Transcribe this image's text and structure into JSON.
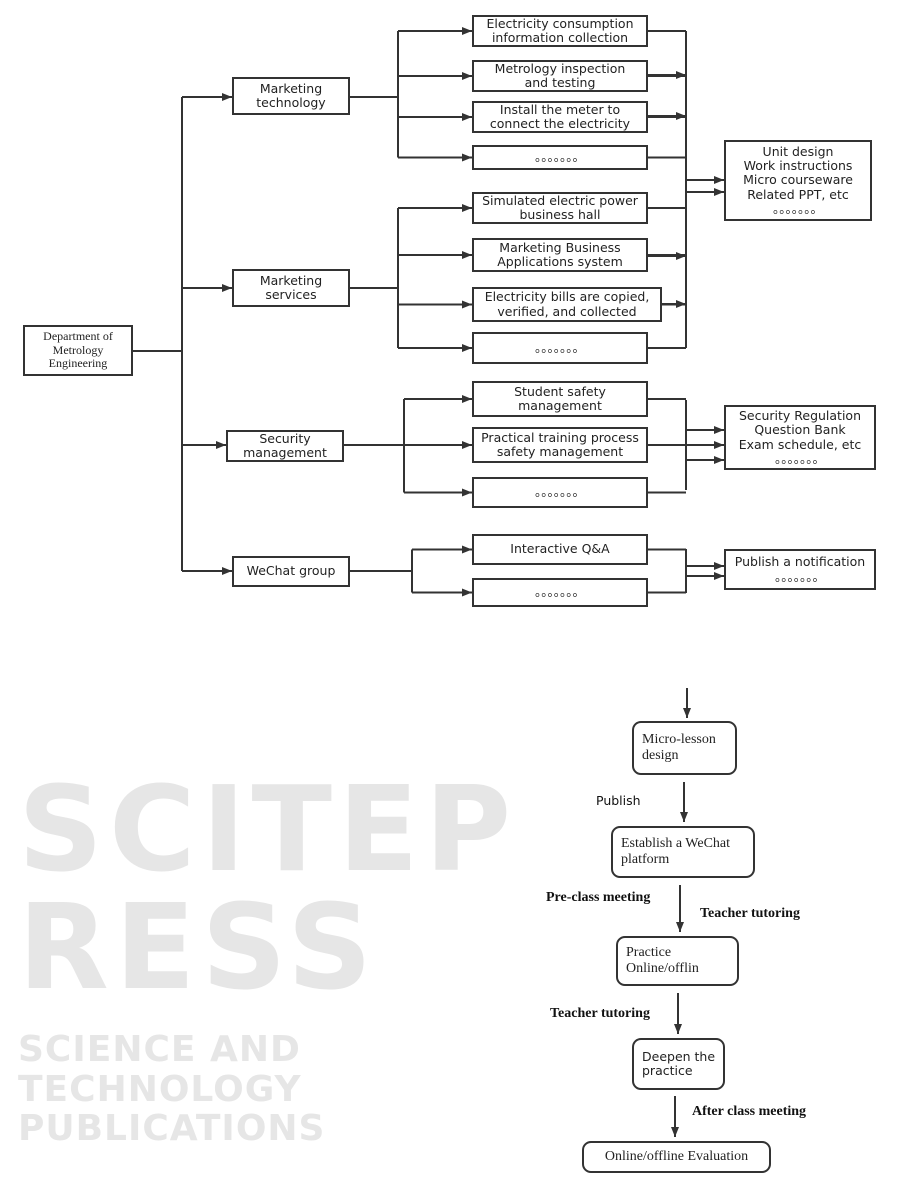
{
  "watermark": {
    "main": "SCITEPRESS",
    "sub": "SCIENCE AND TECHNOLOGY PUBLICATIONS"
  },
  "department": "Department of\nMetrology\nEngineering",
  "categories": [
    {
      "label": "Marketing\ntechnology",
      "items": [
        "Electricity consumption\ninformation collection",
        "Metrology inspection\nand testing",
        "Install the meter to\nconnect the electricity",
        "。。。。。。。"
      ]
    },
    {
      "label": "Marketing\nservices",
      "items": [
        "Simulated electric power\nbusiness hall",
        "Marketing Business\nApplications system",
        "Electricity bills are copied,\nverified, and collected",
        "。。。。。。。"
      ]
    },
    {
      "label": "Security\nmanagement",
      "items": [
        "Student safety\nmanagement",
        "Practical training process\nsafety management",
        "。。。。。。。"
      ]
    },
    {
      "label": "WeChat group",
      "items": [
        "Interactive Q&A",
        "。。。。。。。"
      ]
    }
  ],
  "resources": [
    "Unit design\nWork instructions\nMicro courseware\nRelated PPT, etc\n。。。。。。。",
    "Security Regulation\nQuestion Bank\nExam schedule, etc\n。。。。。。。",
    "Publish a notification\n。。。。。。。"
  ],
  "flow": {
    "steps": [
      "Micro-lesson\ndesign",
      "Establish a WeChat\nplatform",
      "Practice\nOnline/offlin",
      "Deepen the\npractice",
      "Online/offline Evaluation"
    ],
    "labels": {
      "publish": "Publish",
      "pre_class": "Pre-class meeting",
      "teacher_tutoring_1": "Teacher tutoring",
      "teacher_tutoring_2": "Teacher tutoring",
      "after_class": "After class meeting"
    }
  }
}
